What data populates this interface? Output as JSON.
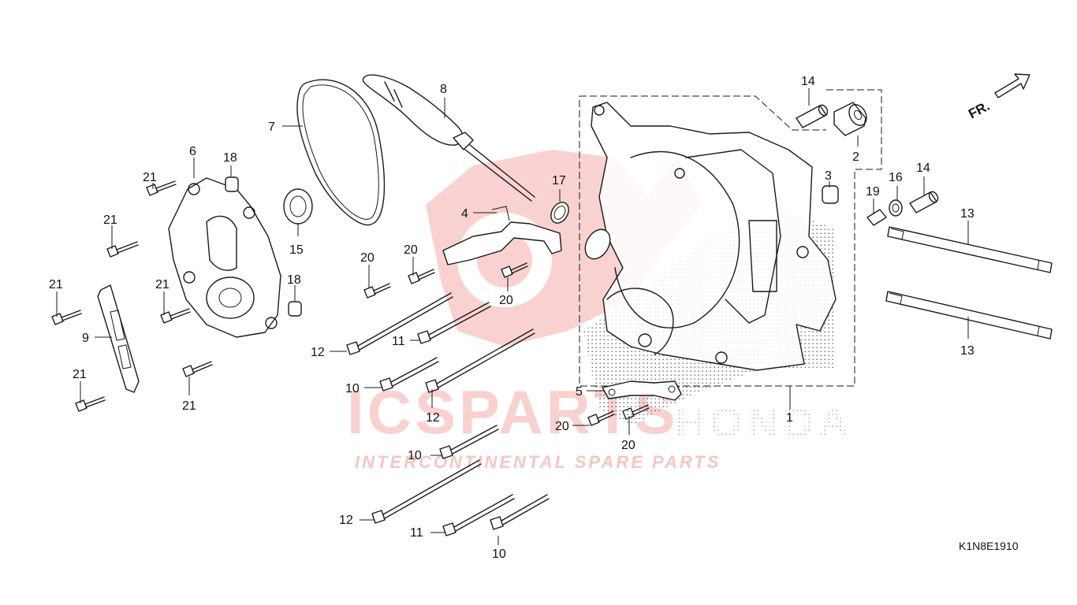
{
  "watermark": {
    "brand": "ICSPARTS",
    "tagline": "INTERCONTINENTAL SPARE PARTS",
    "maker": "HONDA",
    "color": "#e2332f"
  },
  "diagram_code": "K1N8E1910",
  "direction_label": "FR.",
  "callouts": {
    "c1": "1",
    "c2": "2",
    "c3": "3",
    "c4": "4",
    "c5": "5",
    "c6": "6",
    "c7": "7",
    "c8": "8",
    "c9": "9",
    "c10a": "10",
    "c10b": "10",
    "c10c": "10",
    "c11a": "11",
    "c11b": "11",
    "c12a": "12",
    "c12b": "12",
    "c12c": "12",
    "c13a": "13",
    "c13b": "13",
    "c14a": "14",
    "c14b": "14",
    "c15": "15",
    "c16": "16",
    "c17": "17",
    "c18a": "18",
    "c18b": "18",
    "c19": "19",
    "c20a": "20",
    "c20b": "20",
    "c20c": "20",
    "c20d": "20",
    "c20e": "20",
    "c21a": "21",
    "c21b": "21",
    "c21c": "21",
    "c21d": "21",
    "c21e": "21",
    "c21f": "21"
  }
}
